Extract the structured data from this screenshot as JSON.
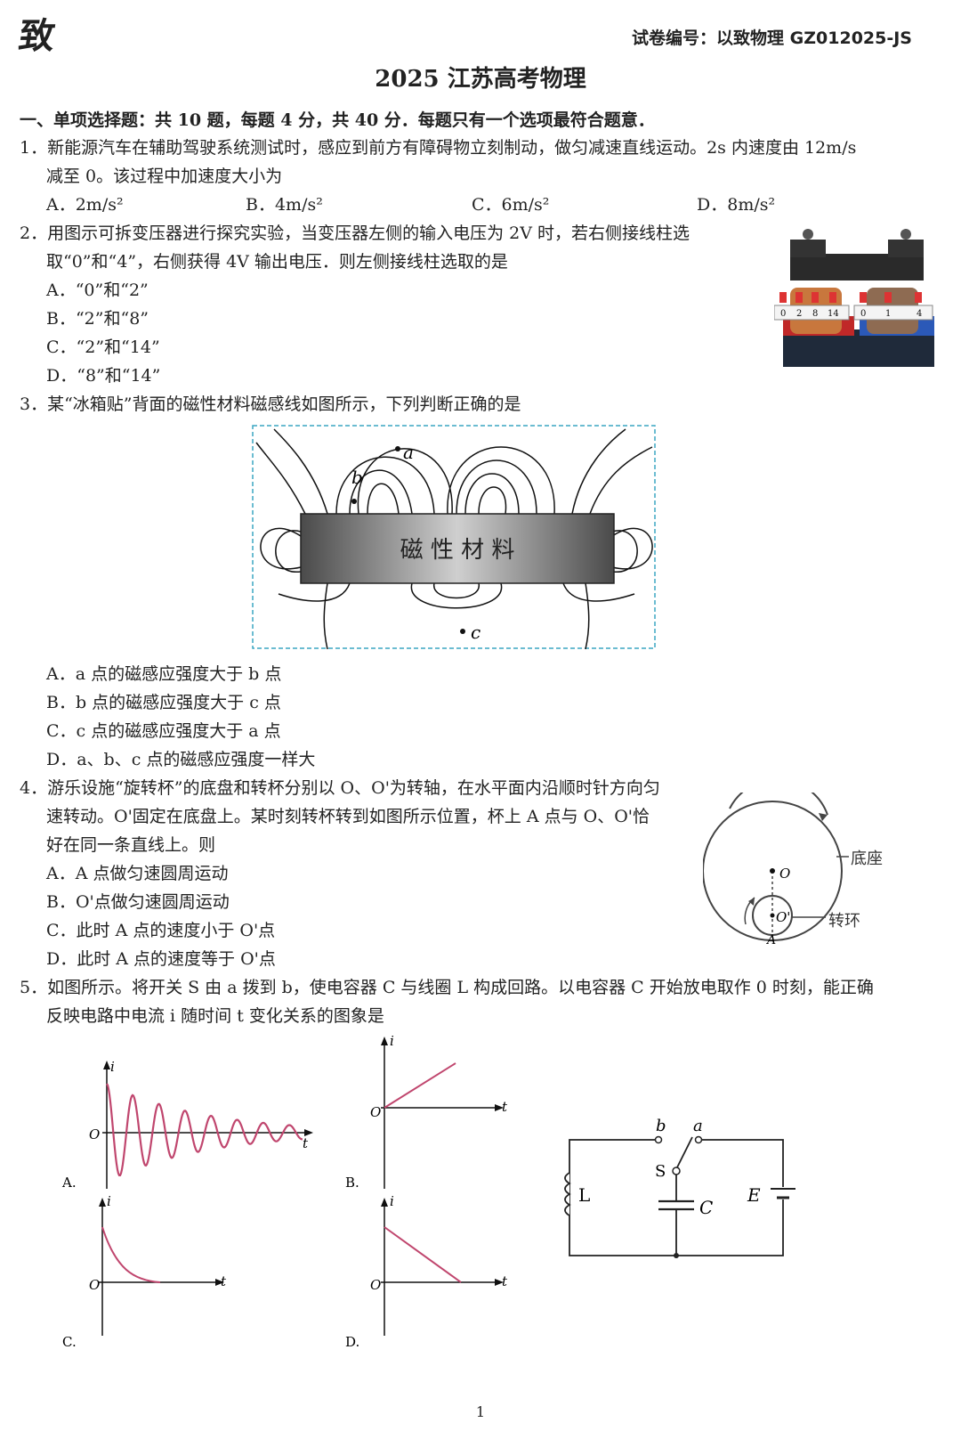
{
  "header": {
    "logo": "致",
    "paper_id": "试卷编号：以致物理 GZ012025-JS",
    "title": "2025 江苏高考物理",
    "section": "一、单项选择题：共 10 题，每题 4 分，共 40 分．每题只有一个选项最符合题意．"
  },
  "q1": {
    "line1": "1．新能源汽车在辅助驾驶系统测试时，感应到前方有障碍物立刻制动，做匀减速直线运动。2s 内速度由 12m/s",
    "line2": "减至 0。该过程中加速度大小为",
    "a": "A．2m/s²",
    "b": "B．4m/s²",
    "c": "C．6m/s²",
    "d": "D．8m/s²"
  },
  "q2": {
    "line1": "2．用图示可拆变压器进行探究实验，当变压器左侧的输入电压为 2V 时，若右侧接线柱选",
    "line2": "取“0”和“4”，右侧获得 4V 输出电压．则左侧接线柱选取的是",
    "a": "A．“0”和“2”",
    "b": "B．“2”和“8”",
    "c": "C．“2”和“14”",
    "d": "D．“8”和“14”",
    "terminal_labels_left": [
      "0",
      "2",
      "8",
      "14"
    ],
    "terminal_labels_right": [
      "0",
      "1",
      "4"
    ]
  },
  "q3": {
    "line1": "3．某“冰箱贴”背面的磁性材料磁感线如图所示，下列判断正确的是",
    "magnet_label": "磁 性 材 料",
    "point_a": "a",
    "point_b": "b",
    "point_c": "c",
    "a": "A．a 点的磁感应强度大于 b 点",
    "b": "B．b 点的磁感应强度大于 c 点",
    "c": "C．c 点的磁感应强度大于 a 点",
    "d": "D．a、b、c 点的磁感应强度一样大"
  },
  "q4": {
    "line1": "4．游乐设施“旋转杯”的底盘和转杯分别以 O、O'为转轴，在水平面内沿顺时针方向匀",
    "line2": "速转动。O'固定在底盘上。某时刻转杯转到如图所示位置，杯上 A 点与 O、O'恰",
    "line3": "好在同一条直线上。则",
    "a": "A．A 点做匀速圆周运动",
    "b": "B．O'点做匀速圆周运动",
    "c": "C．此时 A 点的速度小于 O'点",
    "d": "D．此时 A 点的速度等于 O'点",
    "label_base": "底座",
    "label_ring": "转环",
    "label_o": "O",
    "label_o2": "O'",
    "label_a": "A"
  },
  "q5": {
    "line1": "5．如图所示。将开关 S 由 a 拨到 b，使电容器 C 与线圈 L 构成回路。以电容器 C 开始放电取作 0 时刻，能正确",
    "line2": "反映电路中电流 i 随时间 t 变化关系的图象是",
    "graph_a": "A.",
    "graph_b": "B.",
    "graph_c": "C.",
    "graph_d": "D.",
    "axis_i": "i",
    "axis_t": "t",
    "origin": "O",
    "circuit": {
      "b": "b",
      "a": "a",
      "s": "S",
      "l": "L",
      "c": "C",
      "e": "E"
    }
  },
  "footer": {
    "page": "1"
  }
}
